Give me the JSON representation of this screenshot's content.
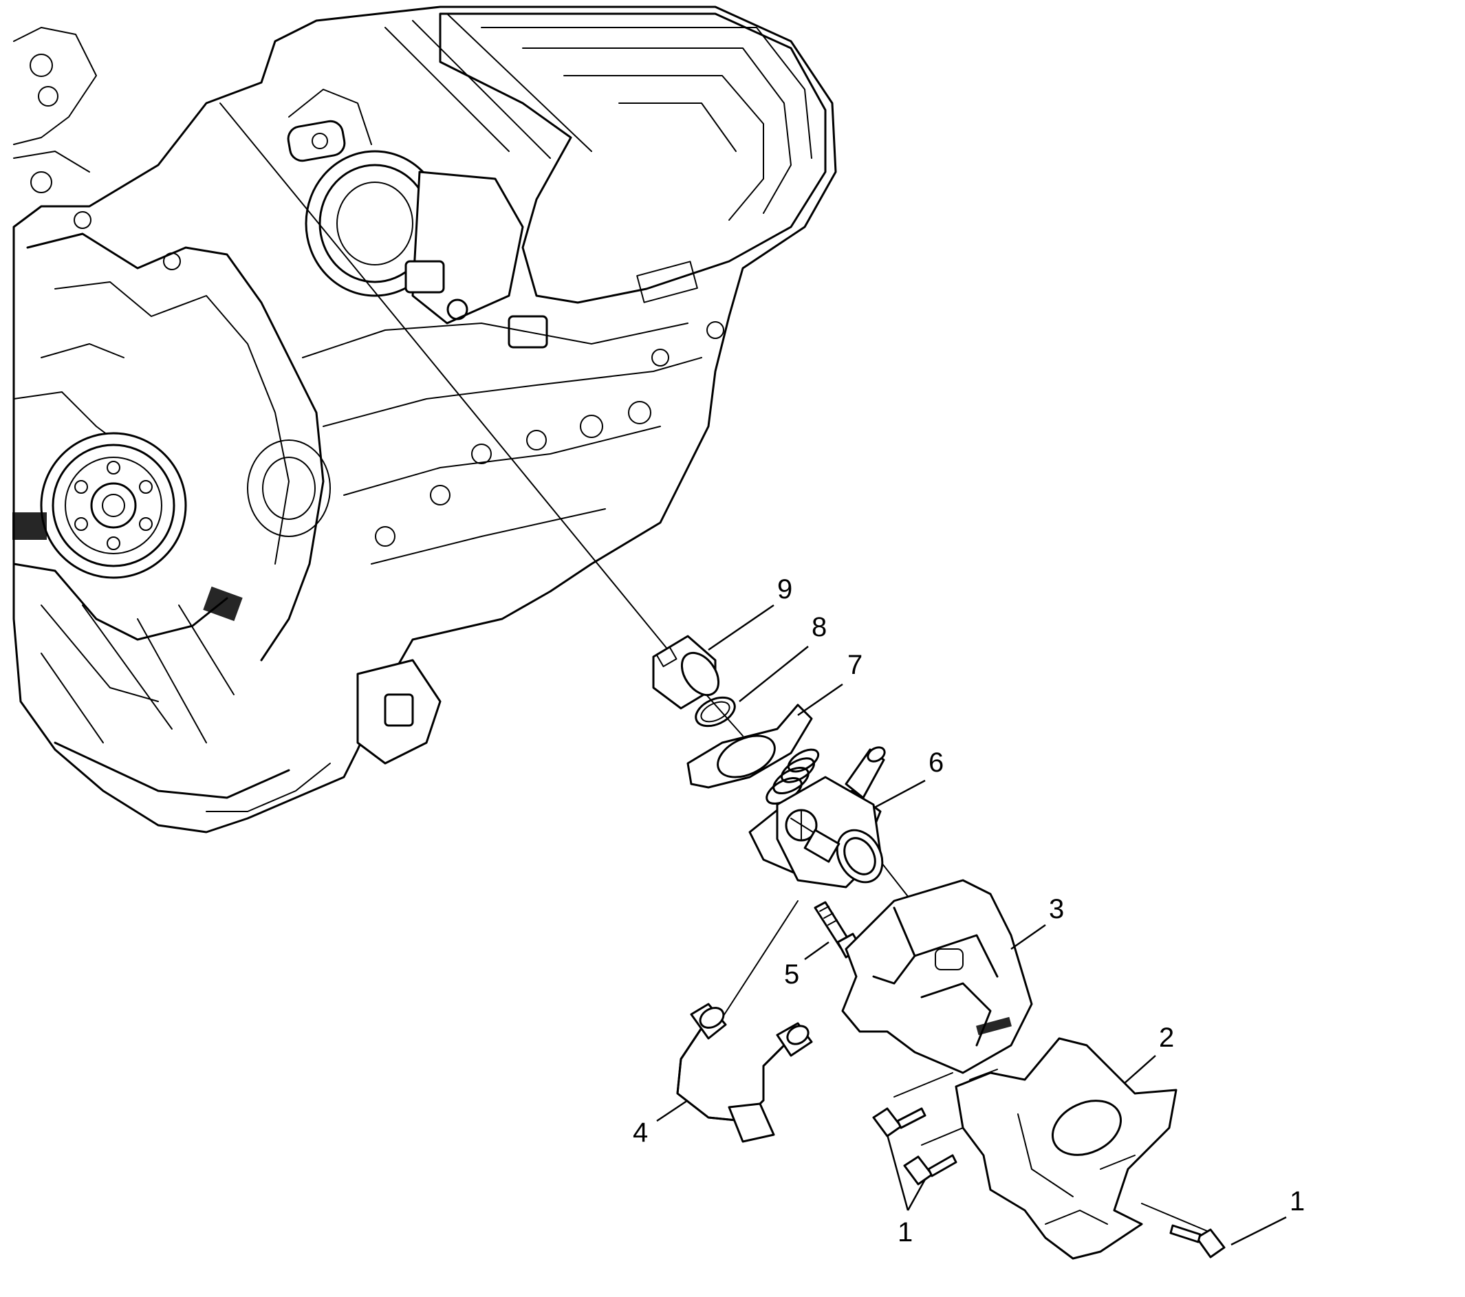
{
  "callouts": [
    {
      "id": "c1a",
      "label": "1"
    },
    {
      "id": "c1b",
      "label": "1"
    },
    {
      "id": "c2",
      "label": "2"
    },
    {
      "id": "c3",
      "label": "3"
    },
    {
      "id": "c4",
      "label": "4"
    },
    {
      "id": "c5",
      "label": "5"
    },
    {
      "id": "c6",
      "label": "6"
    },
    {
      "id": "c7",
      "label": "7"
    },
    {
      "id": "c8",
      "label": "8"
    },
    {
      "id": "c9",
      "label": "9"
    }
  ],
  "colors": {
    "ink": "#000000",
    "paper": "#ffffff"
  }
}
